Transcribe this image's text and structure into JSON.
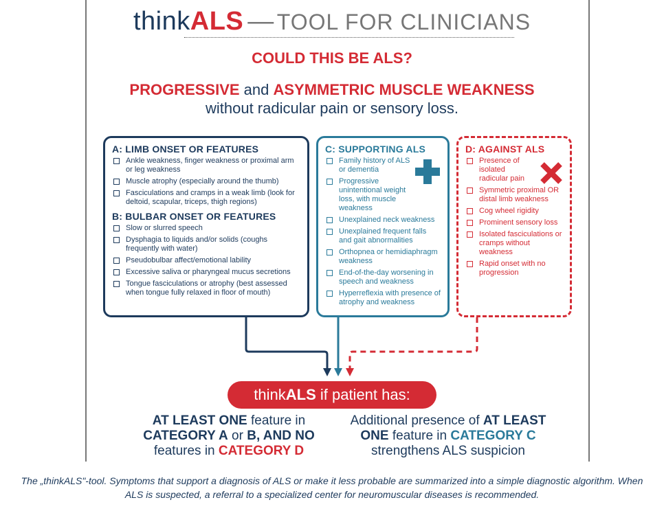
{
  "header": {
    "logo_think": "think",
    "logo_als": "ALS",
    "logo_dash": "—",
    "logo_tool": "TOOL FOR CLINICIANS"
  },
  "question": "COULD THIS BE ALS?",
  "headline": {
    "word1": "PROGRESSIVE",
    "and": " and ",
    "word2": "ASYMMETRIC MUSCLE WEAKNESS",
    "line2": "without radicular pain or sensory loss."
  },
  "box_a": {
    "title_limb": "A: LIMB ONSET OR FEATURES",
    "limb_items": [
      "Ankle weakness, finger weakness or proximal arm or leg weakness",
      "Muscle atrophy (especially around the thumb)",
      "Fasciculations and cramps in a weak limb (look for deltoid, scapular, triceps, thigh regions)"
    ],
    "title_bulbar": "B: BULBAR ONSET OR FEATURES",
    "bulbar_items": [
      "Slow or slurred speech",
      "Dysphagia to liquids and/or solids (coughs frequently with water)",
      "Pseudobulbar affect/emotional lability",
      "Excessive saliva or pharyngeal mucus secretions",
      "Tongue fasciculations or atrophy (best assessed when tongue fully relaxed in floor of mouth)"
    ]
  },
  "box_c": {
    "title": "C: SUPPORTING ALS",
    "items": [
      "Family history of ALS or dementia",
      "Progressive unintentional weight loss, with muscle weakness",
      "Unexplained neck weakness",
      "Unexplained frequent falls and gait abnormalities",
      "Orthopnea or hemidiaphragm weakness",
      "End-of-the-day worsening in speech and weakness",
      "Hyperreflexia with presence of atrophy and weakness"
    ],
    "icon": "plus-icon"
  },
  "box_d": {
    "title": "D: AGAINST ALS",
    "items": [
      "Presence of isolated radicular pain",
      "Symmetric proximal OR distal limb weakness",
      "Cog wheel rigidity",
      "Prominent sensory loss",
      "Isolated fasciculations or cramps without weakness",
      "Rapid onset with no progression"
    ],
    "icon": "x-icon"
  },
  "pill": {
    "think": "think",
    "als": "ALS",
    "rest": " if patient has:"
  },
  "summary_left": {
    "p1": "AT LEAST ONE",
    "p2": " feature in ",
    "p3": "CATEGORY A",
    "p4": " or ",
    "p5": "B, AND NO",
    "p6": "features in ",
    "p7": "CATEGORY D"
  },
  "summary_right": {
    "p1": "Additional presence of ",
    "p2": "AT LEAST",
    "p3": "ONE",
    "p4": " feature in ",
    "p5": "CATEGORY C",
    "p6": "strengthens ALS suspicion"
  },
  "caption": "The „thinkALS\"-tool. Symptoms that support a diagnosis of ALS or make it less probable are summarized into a simple diagnostic algorithm. When ALS is suspected, a referral to a specialized center for neuromuscular diseases is recommended.",
  "colors": {
    "navy": "#1d3a5c",
    "teal": "#2a7a9a",
    "red": "#d42b34",
    "gray": "#777777"
  }
}
